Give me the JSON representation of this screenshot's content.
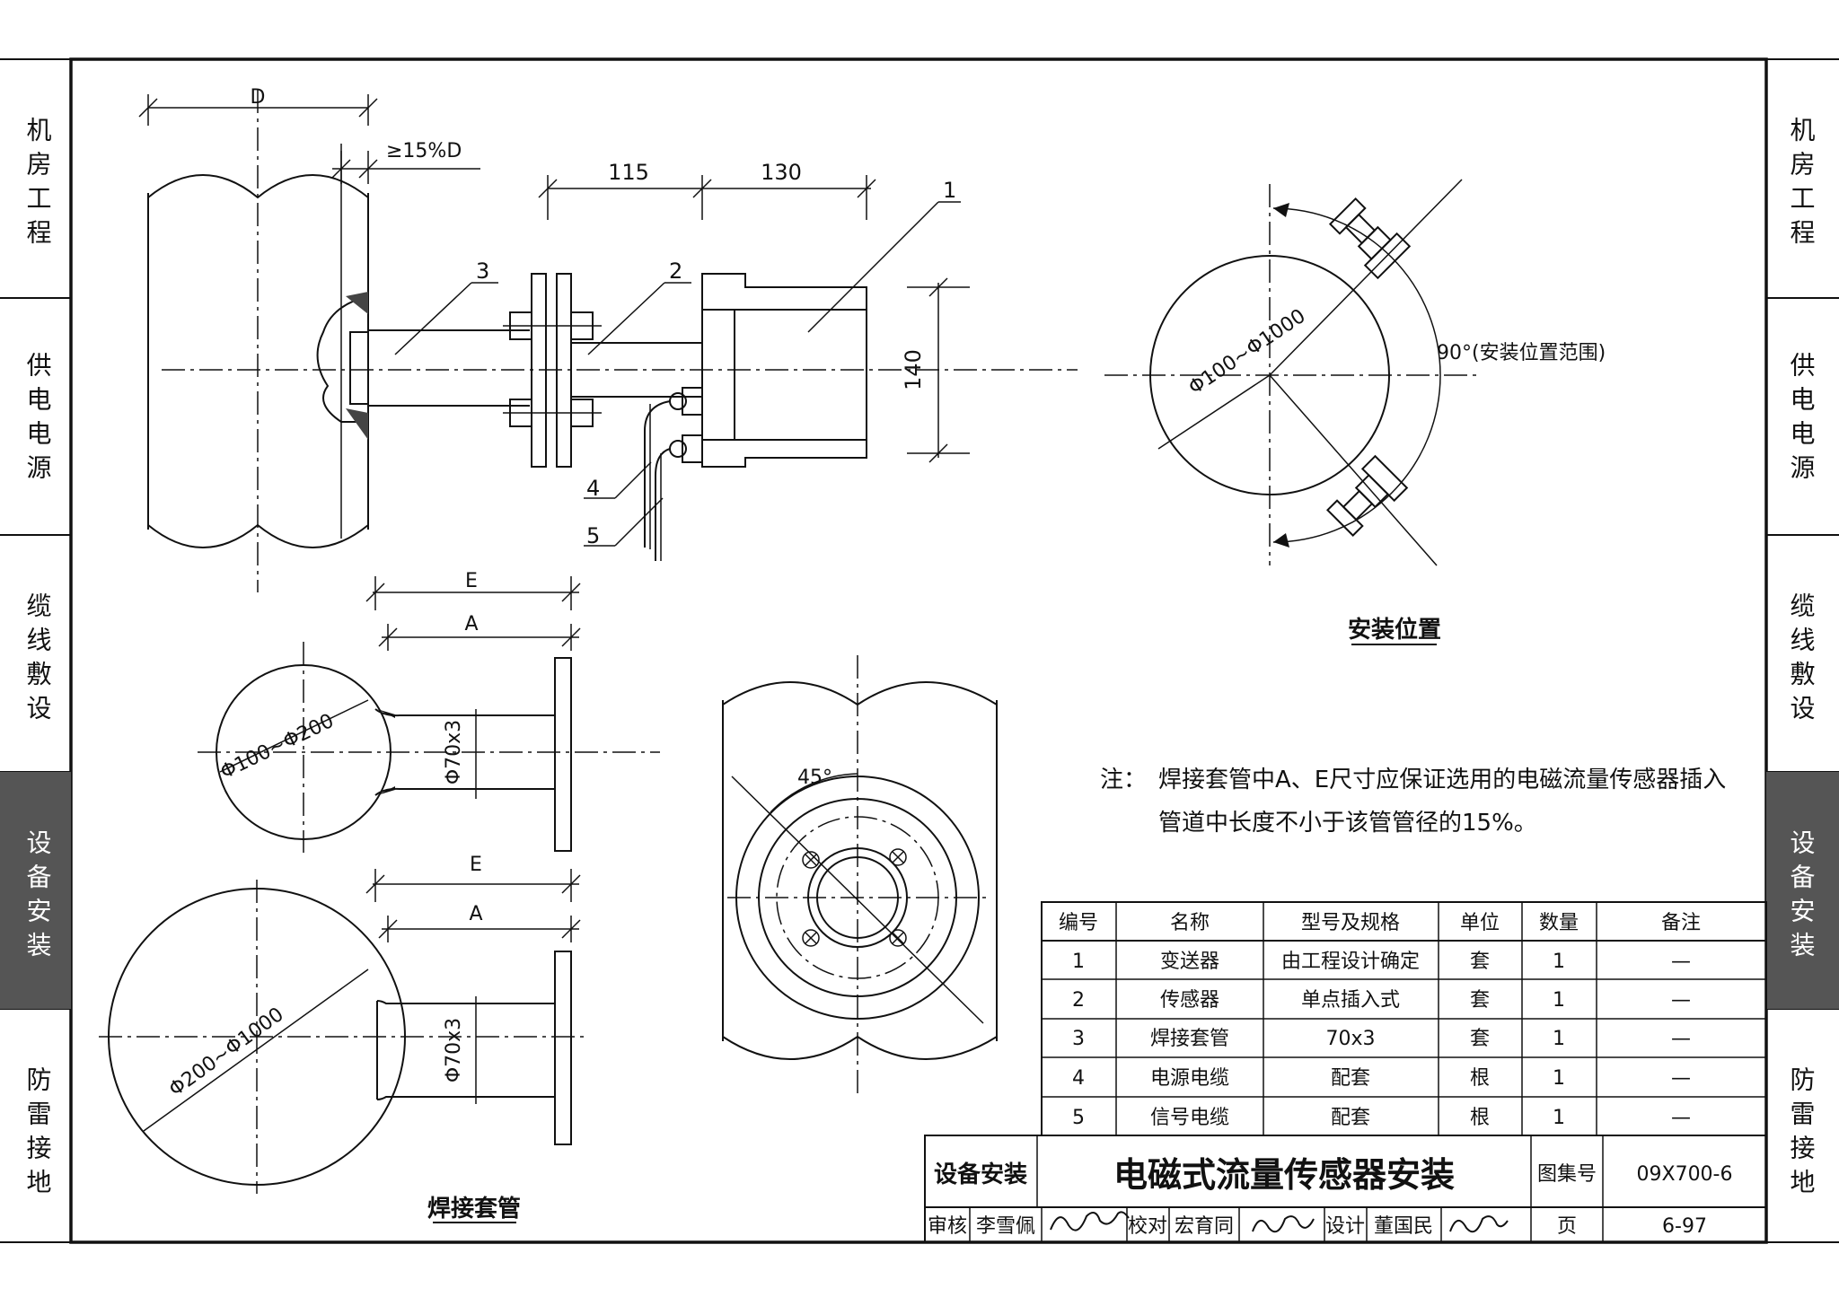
{
  "side_tabs_left": [
    {
      "label": "机房工程"
    },
    {
      "label": "供电电源"
    },
    {
      "label": "缆线敷设"
    },
    {
      "label": "设备安装",
      "active": true
    },
    {
      "label": "防雷接地"
    }
  ],
  "side_tabs_right": [
    {
      "label": "机房工程"
    },
    {
      "label": "供电电源"
    },
    {
      "label": "缆线敷设"
    },
    {
      "label": "设备安装",
      "active": true
    },
    {
      "label": "防雷接地"
    }
  ],
  "colors": {
    "active_tab_bg": "#555555",
    "active_tab_text": "#ffffff",
    "line": "#111111"
  },
  "main_drawing": {
    "dim_D": "D",
    "dim_15pct": "≥15%D",
    "dim_115": "115",
    "dim_130": "130",
    "dim_140": "140",
    "labels": [
      "1",
      "2",
      "3",
      "4",
      "5"
    ]
  },
  "install_position": {
    "diameter": "Φ100~Φ1000",
    "angle": "90°(安装位置范围)",
    "caption": "安装位置"
  },
  "weld_sleeve": {
    "dim_E": "E",
    "dim_A": "A",
    "diameter_small": "Φ100~Φ200",
    "diameter_large": "Φ200~Φ1000",
    "sleeve_dim": "Φ70x3",
    "caption": "焊接套管"
  },
  "flange_view": {
    "angle": "45°"
  },
  "note": {
    "prefix": "注：",
    "line1": "焊接套管中A、E尺寸应保证选用的电磁流量传感器插入",
    "line2": "管道中长度不小于该管管径的15%。"
  },
  "parts_table": {
    "headers": [
      "编号",
      "名称",
      "型号及规格",
      "单位",
      "数量",
      "备注"
    ],
    "rows": [
      [
        "1",
        "变送器",
        "由工程设计确定",
        "套",
        "1",
        "—"
      ],
      [
        "2",
        "传感器",
        "单点插入式",
        "套",
        "1",
        "—"
      ],
      [
        "3",
        "焊接套管",
        "70x3",
        "套",
        "1",
        "—"
      ],
      [
        "4",
        "电源电缆",
        "配套",
        "根",
        "1",
        "—"
      ],
      [
        "5",
        "信号电缆",
        "配套",
        "根",
        "1",
        "—"
      ]
    ]
  },
  "title_block": {
    "category": "设备安装",
    "title": "电磁式流量传感器安装",
    "atlas_label": "图集号",
    "atlas_no": "09X700-6",
    "review_label": "审核",
    "reviewer": "李雪佩",
    "check_label": "校对",
    "checker": "宏育同",
    "design_label": "设计",
    "designer": "董国民",
    "page_label": "页",
    "page_no": "6-97"
  }
}
